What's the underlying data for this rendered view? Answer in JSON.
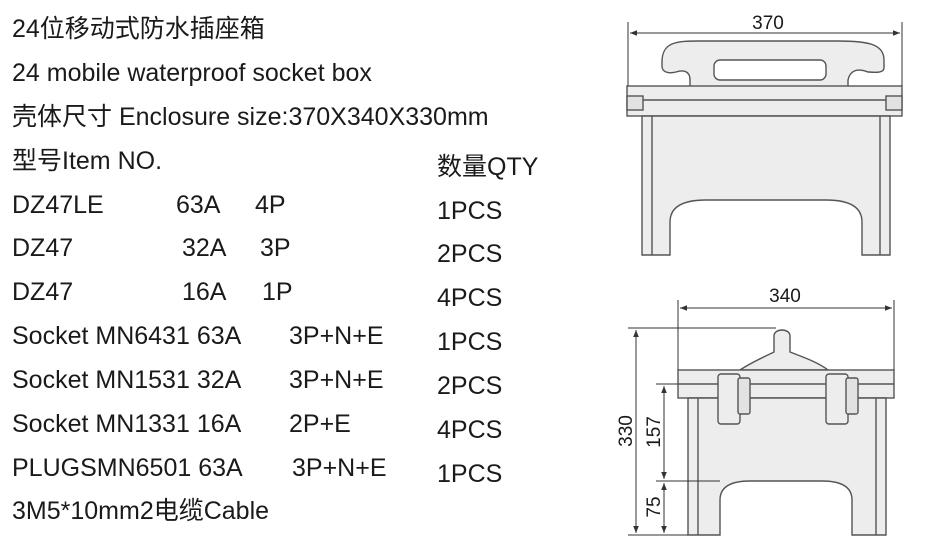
{
  "title_cn": "24位移动式防水插座箱",
  "title_en": "24 mobile waterproof socket box",
  "enclosure": "壳体尺寸 Enclosure size:370X340X330mm",
  "item_header": "型号Item NO.",
  "qty_header": "数量QTY",
  "items": [
    {
      "model": "DZ47LE",
      "rating": "63A",
      "poles": "4P",
      "qty": "1PCS"
    },
    {
      "model": "DZ47",
      "rating": "32A",
      "poles": "3P",
      "qty": "2PCS"
    },
    {
      "model": "DZ47",
      "rating": "16A",
      "poles": "1P",
      "qty": "4PCS"
    },
    {
      "model": "Socket MN6431 63A",
      "rating": "",
      "poles": "3P+N+E",
      "qty": "1PCS"
    },
    {
      "model": "Socket MN1531 32A",
      "rating": "",
      "poles": "3P+N+E",
      "qty": "2PCS"
    },
    {
      "model": "Socket MN1331 16A",
      "rating": "",
      "poles": "2P+E",
      "qty": "4PCS"
    },
    {
      "model": "PLUGSMN6501 63A",
      "rating": "",
      "poles": "3P+N+E",
      "qty": "1PCS"
    }
  ],
  "cable": "3M5*10mm2电缆Cable",
  "drawing": {
    "front_width": "370",
    "side_width": "340",
    "height_total": "330",
    "height_upper": "157",
    "height_foot": "75"
  },
  "colors": {
    "line": "#555555",
    "fill": "#ededed"
  }
}
